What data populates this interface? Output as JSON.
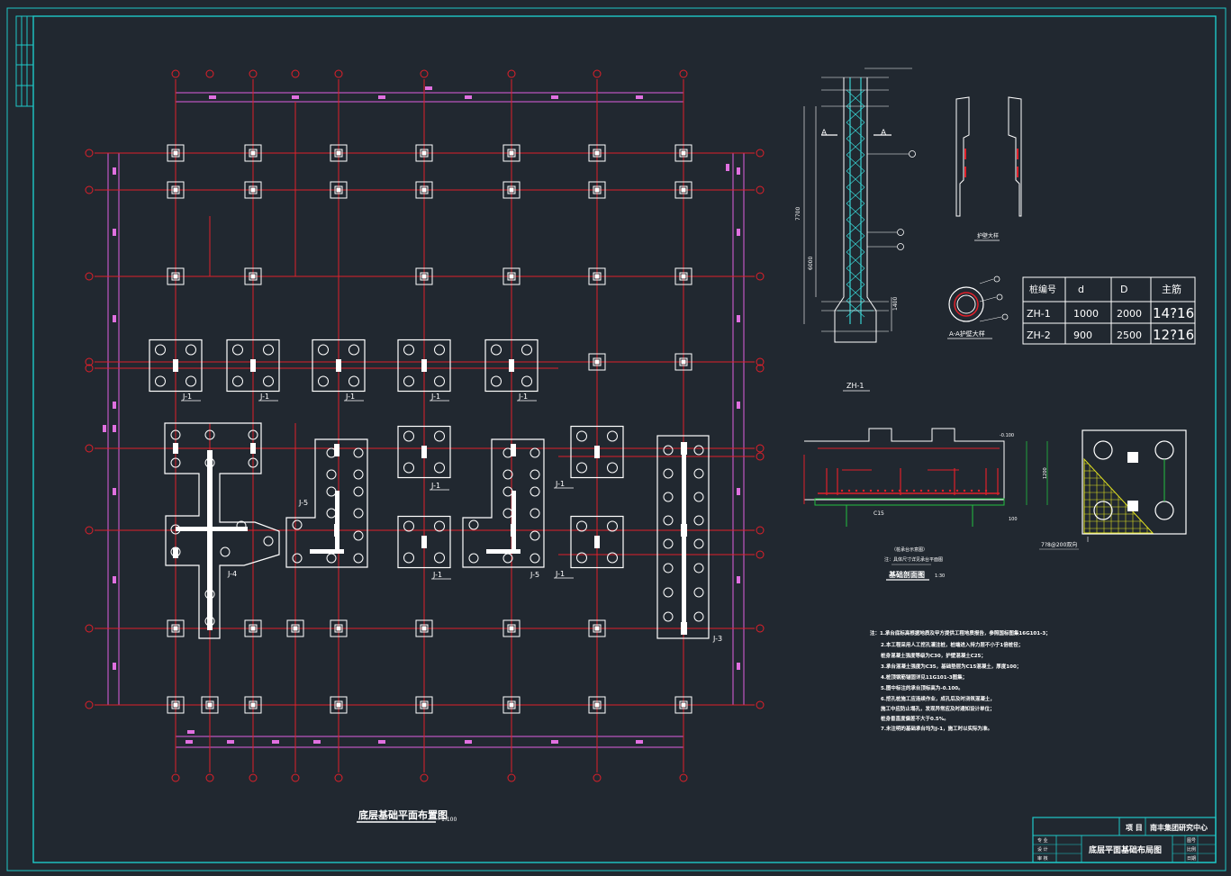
{
  "colors": {
    "background": "#212830",
    "frame": "#1ec8c8",
    "axis": "#e0202a",
    "dimension": "#e060e0",
    "outline": "#ffffff",
    "rebar": "#38d0d0",
    "hatch": "#e0e020",
    "green": "#22c040"
  },
  "plan": {
    "title": "底层基础平面布置图",
    "scale": "1:100",
    "footings": [
      {
        "label": "J-1"
      },
      {
        "label": "J-1"
      },
      {
        "label": "J-1"
      },
      {
        "label": "J-1"
      },
      {
        "label": "J-1"
      },
      {
        "label": "J-1"
      },
      {
        "label": "J-1"
      },
      {
        "label": "J-1"
      },
      {
        "label": "J-1"
      },
      {
        "label": "J-1"
      },
      {
        "label": "J-5"
      },
      {
        "label": "J-5"
      },
      {
        "label": "J-4"
      },
      {
        "label": "J-3"
      }
    ]
  },
  "pile": {
    "section_label_left": "A",
    "section_label_right": "A",
    "dims": [
      "7700",
      "6000",
      "1400"
    ],
    "wall_caption": "护壁大样",
    "ring_caption": "A-A护壁大样",
    "name": "ZH-1"
  },
  "pile_table": {
    "headers": [
      "桩编号",
      "d",
      "D",
      "主筋"
    ],
    "rows": [
      [
        "ZH-1",
        "1000",
        "2000",
        "14?16"
      ],
      [
        "ZH-2",
        "900",
        "2500",
        "12?16"
      ]
    ]
  },
  "foundation_section": {
    "title": "基础剖面图",
    "scale": "1:30",
    "note_line1": "（桩承台示意图）",
    "note_line2": "注：具体尺寸详见承台平面图",
    "callouts": [
      "C15",
      "-0.100",
      "100",
      "1200"
    ]
  },
  "corner_detail": {
    "label": "7?8@200双向"
  },
  "notes": [
    "注：1.承台底标高根据地质及甲方提供工程地质报告，参照国标图集16G101-3；",
    "2.本工程采用人工挖孔灌注桩，桩端进入持力层不小于1倍桩径；",
    "   桩身混凝土强度等级为C30，护壁混凝土C25；",
    "3.承台混凝土强度为C35，基础垫层为C15混凝土，厚度100；",
    "4.桩顶钢筋锚固详见11G101-3图集；",
    "5.图中标注的承台顶标高为-0.100。",
    "6.挖孔桩施工应连续作业，成孔后及时浇筑混凝土，",
    "   施工中应防止塌孔，发现异常应及时通知设计单位；",
    "   桩身垂直度偏差不大于0.5%。",
    "7.未注明的基础承台均为J-1，施工时以实际为准。"
  ],
  "title_block": {
    "label_project": "项 目",
    "project": "南丰集团研究中心",
    "drawing_title": "底层平面基础布局图",
    "left_cells": [
      "专 业",
      "设 计",
      "审 核"
    ],
    "right_cells": [
      "图号",
      "比例",
      "日期"
    ]
  }
}
